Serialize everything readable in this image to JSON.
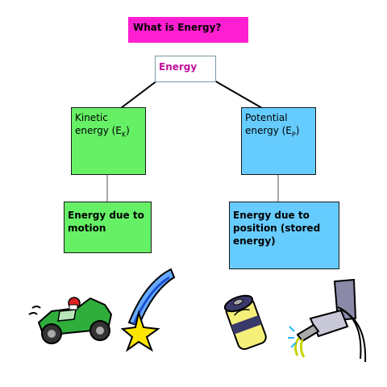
{
  "title": "What is Energy?",
  "root": "Energy",
  "kinetic": {
    "line1": "Kinetic",
    "line2": "energy (E",
    "sub": "K",
    "close": ")"
  },
  "potential": {
    "line1": "Potential",
    "line2": "energy (E",
    "sub": "P",
    "close": ")"
  },
  "motion": {
    "line1": "Energy due to",
    "line2": "motion"
  },
  "position": {
    "line1": "Energy due to",
    "line2": "position (stored",
    "line3": "energy)"
  },
  "colors": {
    "title_bg": "#ff1fd0",
    "root_text": "#c0109a",
    "kinetic_bg": "#66f066",
    "potential_bg": "#66ccff"
  },
  "clipart": [
    "race-car-clipart",
    "shooting-star-clipart",
    "battery-clipart",
    "fuel-nozzle-clipart"
  ]
}
